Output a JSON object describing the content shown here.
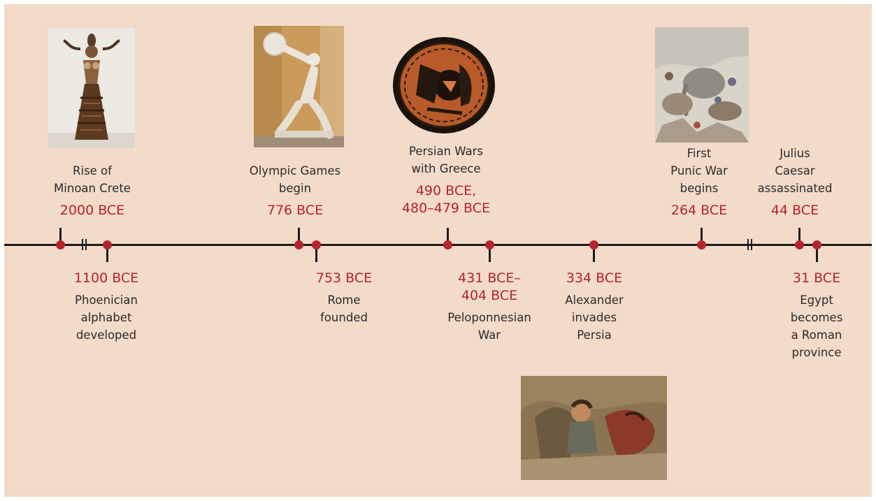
{
  "events_above": [
    {
      "id": "minoan",
      "date": "2000 BCE",
      "desc": [
        "Rise of",
        "Minoan Crete"
      ]
    },
    {
      "id": "olympic",
      "date": "776 BCE",
      "desc": [
        "Olympic Games",
        "begin"
      ]
    },
    {
      "id": "persian",
      "date": [
        "490 BCE,",
        "480–479 BCE"
      ],
      "desc": [
        "Persian Wars",
        "with Greece"
      ]
    },
    {
      "id": "punic",
      "date": "264 BCE",
      "desc": [
        "First",
        "Punic War",
        "begins"
      ]
    },
    {
      "id": "caesar",
      "date": "44 BCE",
      "desc": [
        "Julius",
        "Caesar",
        "assassinated"
      ]
    }
  ],
  "events_below": [
    {
      "id": "phoenician",
      "date": "1100 BCE",
      "desc": [
        "Phoenician",
        "alphabet",
        "developed"
      ]
    },
    {
      "id": "rome",
      "date": "753 BCE",
      "desc": [
        "Rome",
        "founded"
      ]
    },
    {
      "id": "pelop",
      "date": [
        "431 BCE–",
        "404 BCE"
      ],
      "desc": [
        "Peloponnesian",
        "War"
      ]
    },
    {
      "id": "alexander",
      "date": "334 BCE",
      "desc": [
        "Alexander",
        "invades",
        "Persia"
      ]
    },
    {
      "id": "egypt",
      "date": "31 BCE",
      "desc": [
        "Egypt",
        "becomes",
        "a Roman",
        "province"
      ]
    }
  ],
  "images": [
    {
      "id": "snake-goddess",
      "subject": "Minoan snake goddess figurine"
    },
    {
      "id": "discobolus",
      "subject": "Discus thrower statue"
    },
    {
      "id": "hoplite-plate",
      "subject": "Red-figure plate with Greek warrior and shield"
    },
    {
      "id": "battle-engraving",
      "subject": "Engraving of battle with war elephants"
    },
    {
      "id": "alexander-mosaic",
      "subject": "Mosaic of Alexander on horseback"
    }
  ],
  "colors": {
    "background": "#f2dbc9",
    "date": "#b5232d",
    "axis": "#1b1b1b",
    "text": "#2a2a2a"
  }
}
